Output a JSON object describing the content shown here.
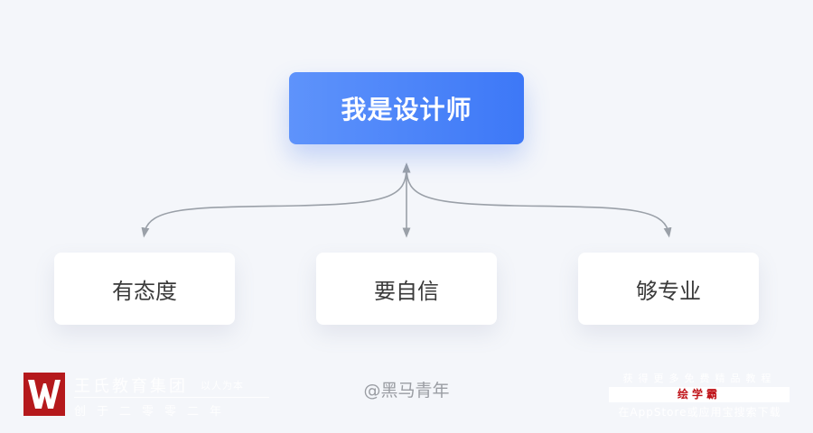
{
  "diagram": {
    "root": {
      "label": "我是设计师"
    },
    "children": [
      {
        "label": "有态度"
      },
      {
        "label": "要自信"
      },
      {
        "label": "够专业"
      }
    ],
    "colors": {
      "root_gradient": [
        "#5e93fb",
        "#3d78f7"
      ],
      "connector": "#9aa0a8",
      "background": "#f4f6fa"
    }
  },
  "credit": "@黑马青年",
  "watermark_left": {
    "name": "王氏教育集团",
    "slogan": "以人为本",
    "subtitle": "创于二零零二年",
    "logo_color": "#b5191c"
  },
  "watermark_right": {
    "line1": "获得更多免费精品教程",
    "band": "绘学霸",
    "line2": "在AppStore或应用宝搜索下载"
  }
}
